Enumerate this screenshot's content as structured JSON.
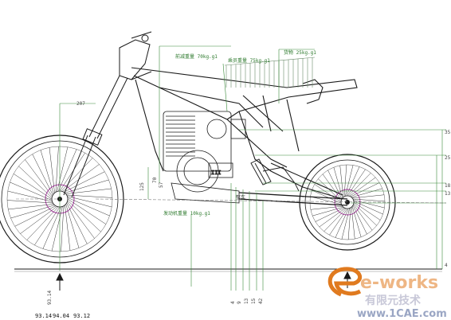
{
  "annotations": {
    "fork_label": "207",
    "upper_weight": "前减重量 70kg.g1",
    "seat_weight": "乘员重量 75kg.g1",
    "rear_load": "货物 25kg.g1",
    "engine_weight": "发动机重量 10kg.g1",
    "center_label": "整车",
    "vertical_dims": [
      "125",
      "70",
      "57"
    ],
    "bottom_readouts": [
      "93.14",
      "94.04",
      "93.12"
    ],
    "bottom_small": [
      "4",
      "9",
      "13",
      "15",
      "42"
    ],
    "right_dims": [
      "35",
      "25",
      "18",
      "13",
      "4"
    ]
  },
  "watermark": {
    "logo_text": "e-works",
    "sub_text": "有限元技术",
    "site_text": "www.1CAE.com"
  },
  "colors": {
    "line": "#1a1a1a",
    "dim_green": "#3a8a3a",
    "magenta": "#b03aa8",
    "hatch": "#6a8a6a",
    "watermark_orange": "#e07a1f"
  }
}
